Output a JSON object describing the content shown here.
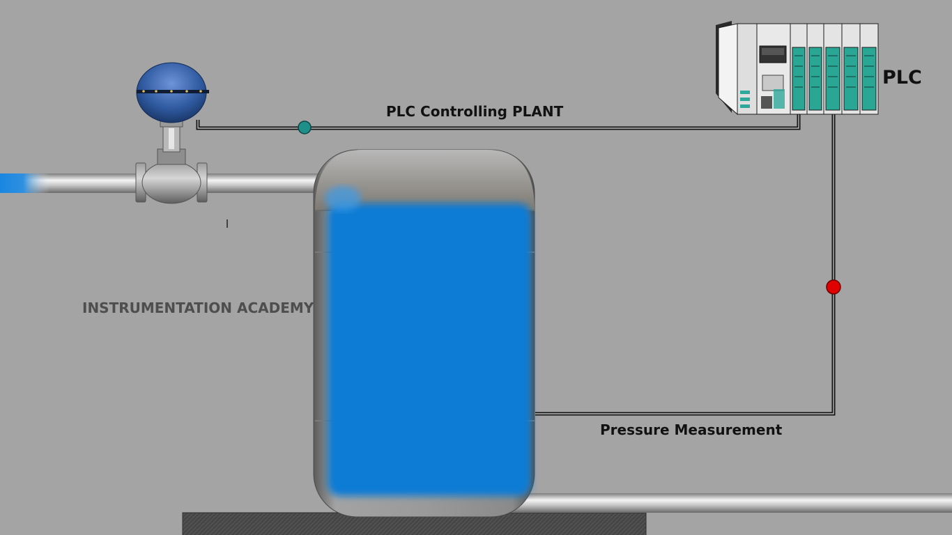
{
  "labels": {
    "plc": "PLC",
    "control_line": "PLC Controlling PLANT",
    "measurement_line": "Pressure Measurement",
    "watermark": "INSTRUMENTATION ACADEMY"
  },
  "colors": {
    "background": "#a4a4a4",
    "water": "#0a7bd4",
    "control_signal_dot": "#1f8f8a",
    "measurement_signal_dot": "#e00000",
    "plc_module_accent": "#3fb7a6",
    "actuator": "#2f5aa0"
  },
  "icons": {
    "valve": "control-valve-icon",
    "tank": "pressure-vessel-icon",
    "controller": "plc-rack-icon"
  }
}
